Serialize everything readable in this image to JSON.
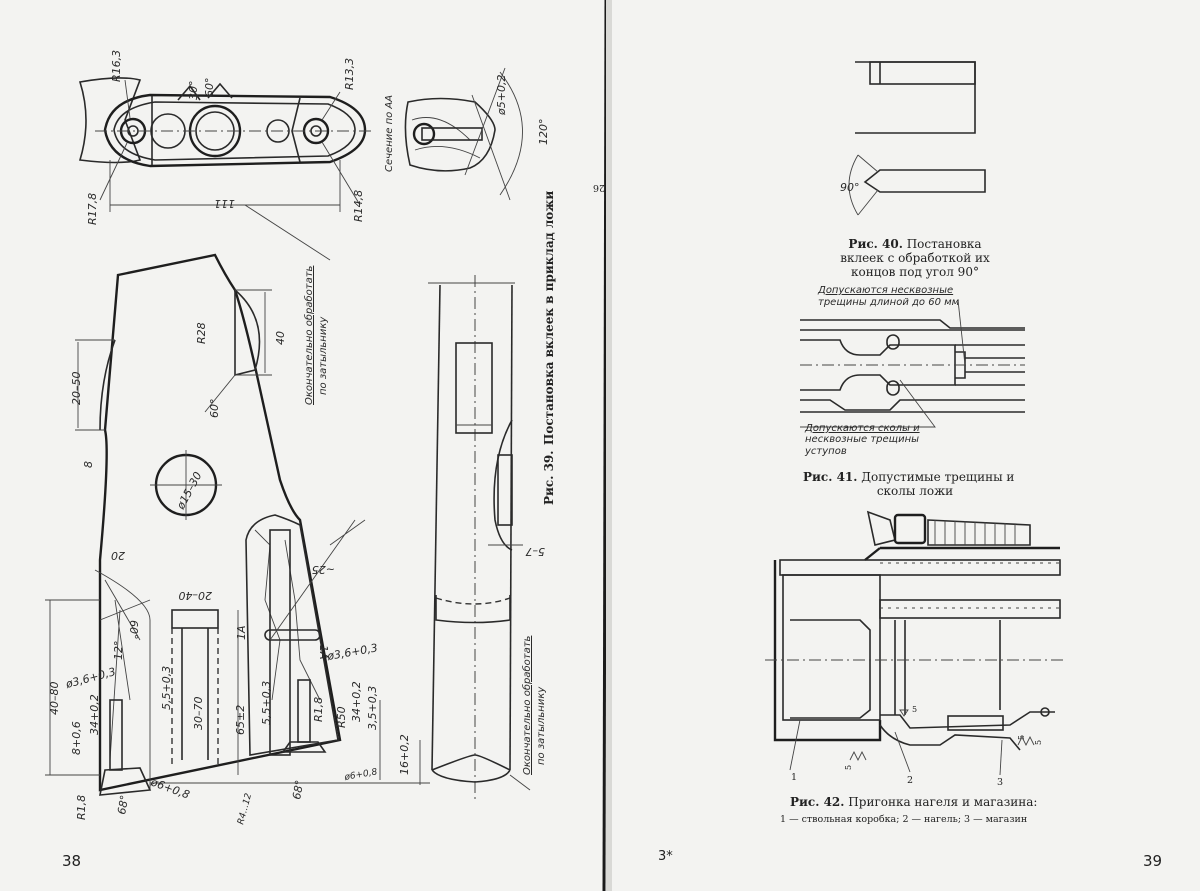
{
  "left_page": {
    "page_number": "38",
    "figure_39": {
      "caption_prefix": "Рис. 39.",
      "caption_text": "Постановка вклеек в приклад ложи",
      "section_label": "Сечение по АА",
      "note_finish_1_line1": "Окончательно обработать",
      "note_finish_1_line2": "по затыльнику",
      "note_finish_2_line1": "Окончательно обработать",
      "note_finish_2_line2": "по затыльнику",
      "dimensions": {
        "r16_3": "R16,3",
        "r13_3": "R13,3",
        "r17_8": "R17,8",
        "r14_8": "R14,8",
        "len_111": "111",
        "angle_60_top": "60°",
        "angle_30_top": "30°",
        "diam_section": "ø5+0,2",
        "angle_120": "120°",
        "r28": "R28",
        "h40": "40",
        "angle_60": "60°",
        "h20_50": "20–50",
        "d8": "8",
        "diam_15": "ø15–30",
        "w20": "20",
        "w20_40": "20–40",
        "w25": "~25",
        "a1": "1А",
        "a2": "1А",
        "h40_80": "40–80",
        "diam36_left": "ø3,6+0,3",
        "angle12": "12°",
        "angle60_mid": "60°",
        "d55_left": "5,5+0,3",
        "h30_70": "30–70",
        "h65": "65±2",
        "d55_right": "5,5+0,3",
        "diam36_right": "ø3,6+0,3",
        "r18_right": "R1,8",
        "r50": "R50",
        "d34_right": "34+0,2",
        "d35": "3,5+0,3",
        "d8_06": "8+0,6",
        "d34_left": "34+0,2",
        "r18_left": "R1,8",
        "diam6": "ø6+0,8",
        "angle68_left": "68°",
        "angle68_right": "68°",
        "r4_1012": "R4...12",
        "d16": "16+0,2",
        "diam6_right": "ø6+0,8",
        "d57": "5–7"
      }
    }
  },
  "right_page": {
    "page_number": "39",
    "signature_mark": "3*",
    "bleed_number": "26",
    "figure_40": {
      "caption_prefix": "Рис. 40.",
      "caption_line1": "Постановка",
      "caption_line2": "вклеек с обработкой их",
      "caption_line3": "концов под угол 90°",
      "angle_label": "90°"
    },
    "figure_41": {
      "note_top_line1": "Допускаются несквозные",
      "note_top_line2": "трещины длиной до 60 мм",
      "note_bottom_line1": "Допускаются сколы и",
      "note_bottom_line2": "несквозные трещины",
      "note_bottom_line3": "уступов",
      "caption_prefix": "Рис. 41.",
      "caption_line1": "Допустимые трещины и",
      "caption_line2": "сколы ложи"
    },
    "figure_42": {
      "callout_1": "1",
      "callout_2": "2",
      "callout_3": "3",
      "surface_mark_1": "5",
      "surface_mark_2": "5",
      "surface_mark_3": "5",
      "surface_mark_4": "5",
      "caption_prefix": "Рис. 42.",
      "caption_line1": "Пригонка нагеля и магазина:",
      "caption_line2": "1 — ствольная коробка; 2 — нагель; 3 — магазин"
    }
  },
  "colors": {
    "paper": "#f3f3f1",
    "ink": "#222222",
    "gutter": "#1a1a1a"
  }
}
